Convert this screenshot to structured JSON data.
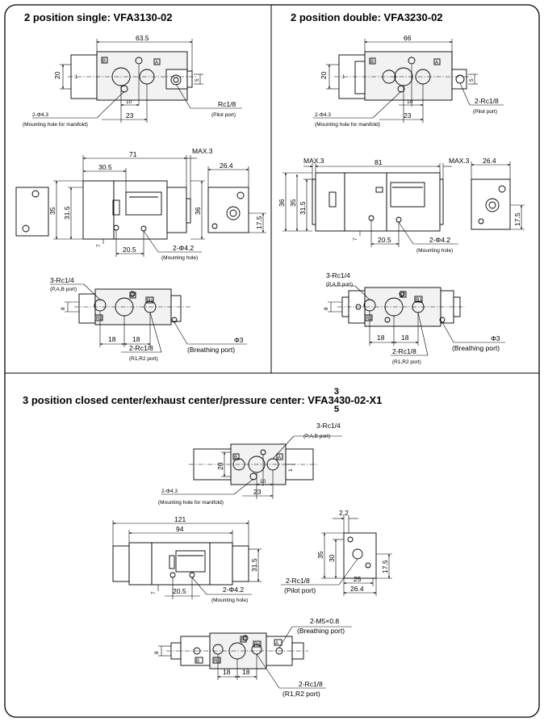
{
  "panels": {
    "single": {
      "title": "2 position single: VFA3130-02",
      "top": {
        "width": "63.5",
        "height": "20",
        "dim_1": "1",
        "dim_5": "5",
        "dim_10": "10",
        "dim_23": "23",
        "port": "Rc1/8",
        "port_note": "(Pilot port)",
        "hole": "2-Φ4.3",
        "hole_note": "(Mounting hole for manifold)"
      },
      "front": {
        "length": "71",
        "max": "MAX.3",
        "width": "26.4",
        "dim_30_5": "30.5",
        "h35": "35",
        "h31_5": "31.5",
        "h36": "36",
        "h17_5": "17.5",
        "dim_7": "7",
        "dim_20_5": "20.5",
        "hole": "2-Φ4.2",
        "hole_note": "(Mounting hole)"
      },
      "bottom": {
        "port": "3-Rc1/4",
        "port_note": "(P,A,B port)",
        "h8": "8",
        "d18a": "18",
        "d18b": "18",
        "port2": "2-Rc1/8",
        "port2_note": "(R1,R2 port)",
        "breath": "Φ3",
        "breath_note": "(Breathing port)"
      }
    },
    "double": {
      "title": "2 position double: VFA3230-02",
      "top": {
        "width": "66",
        "height": "20",
        "dim_1": "1",
        "dim_5": "5",
        "dim_10": "10",
        "dim_23": "23",
        "port": "2-Rc1/8",
        "port_note": "(Pilot port)",
        "hole": "2-Φ4.3",
        "hole_note": "(Mounting hole for manifold)"
      },
      "front": {
        "max_left": "MAX.3",
        "length": "81",
        "max_right": "MAX.3",
        "width": "26.4",
        "h36": "36",
        "h35": "35",
        "h31_5": "31.5",
        "h17_5": "17.5",
        "dim_7": "7",
        "dim_20_5": "20.5",
        "hole": "2-Φ4.2",
        "hole_note": "(Mounting hole)"
      },
      "bottom": {
        "port": "3-Rc1/4",
        "port_note": "(P,A,B port)",
        "h8": "8",
        "d18a": "18",
        "d18b": "18",
        "port2": "2-Rc1/8",
        "port2_note": "(R1,R2 port)",
        "breath": "Φ3",
        "breath_note": "(Breathing port)"
      }
    },
    "three": {
      "title_prefix": "3 position closed center/exhaust center/pressure center: VFA3",
      "stack_top": "3",
      "stack_mid": "4",
      "stack_bot": "5",
      "title_suffix": "30-02-X1",
      "top": {
        "port": "3-Rc1/4",
        "port_note": "(P,A,B port)",
        "height": "20",
        "dim_1": "1",
        "dim_10": "10",
        "dim_23": "23",
        "hole": "2-Φ4.3",
        "hole_note": "(Mounting hole for manifold)"
      },
      "front": {
        "length": "121",
        "inner": "94",
        "h31_5": "31.5",
        "dim_7": "7",
        "dim_20_5": "20.5",
        "hole": "2-Φ4.2",
        "hole_note": "(Mounting hole)"
      },
      "side": {
        "d2_2": "2.2",
        "h35": "35",
        "h30": "30",
        "h17_5": "17.5",
        "d25": "25",
        "d26_4": "26.4",
        "port": "2-Rc1/8",
        "port_note": "(Pilot port)"
      },
      "bottom": {
        "breath": "2-M5×0.8",
        "breath_note": "(Breathing port)",
        "h8": "8",
        "d18a": "18",
        "d18b": "18",
        "port2": "2-Rc1/8",
        "port2_note": "(R1,R2 port)"
      }
    }
  },
  "port_marks": {
    "A": "A",
    "B": "B",
    "P": "P",
    "R1": "R1",
    "R2": "R2"
  }
}
